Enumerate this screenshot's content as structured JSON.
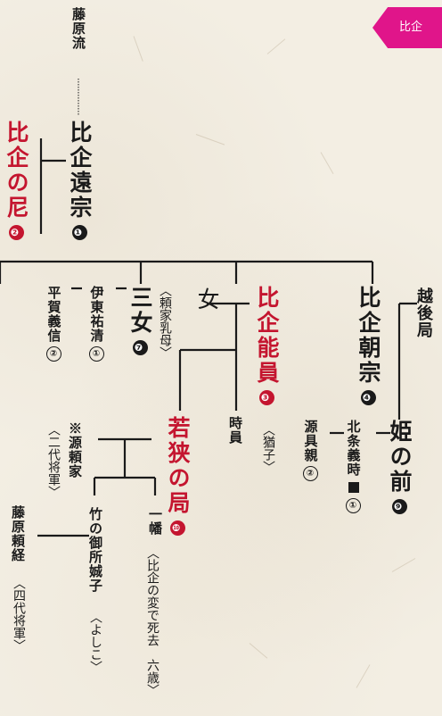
{
  "tag_label": "比企",
  "lineage": "藤原流",
  "people": {
    "tomomune_father": {
      "name": "比企遠宗",
      "num": "❶"
    },
    "hikinoama": {
      "name": "比企の尼",
      "num": "❷"
    },
    "tomomune": {
      "name": "比企朝宗",
      "num": "❹"
    },
    "yoshikazu": {
      "name": "比企能員",
      "num": "❸",
      "note": "〈猶子〉"
    },
    "echigonotsubone": {
      "name": "越後局"
    },
    "himenomae": {
      "name": "姫の前",
      "num": "❾"
    },
    "hojo_yoshitoki": {
      "name": "北条義時",
      "mark": "■",
      "circled": "①"
    },
    "minamoto_tomochika": {
      "name": "源具親",
      "circled": "②"
    },
    "wakasanotsubone": {
      "name": "若狭の局",
      "num": "❿"
    },
    "tokikazu": {
      "name": "時員"
    },
    "onna": {
      "name": "女"
    },
    "sanjo": {
      "name": "三女",
      "num": "❼",
      "note": "〈頼家乳母〉"
    },
    "ito_sukekiyo": {
      "name": "伊東祐清",
      "circled": "①"
    },
    "hiraga_yoshinobu": {
      "name": "平賀義信",
      "circled": "②"
    },
    "yoriie": {
      "prefix": "※",
      "name": "源頼家",
      "note": "〈二代将軍〉"
    },
    "ichiman": {
      "name": "一幡",
      "note": "〈比企の変で死去　六歳〉"
    },
    "takenogosho": {
      "name": "竹の御所娍子",
      "note": "〈よしこ〉"
    },
    "yoritsune": {
      "name": "藤原頼経",
      "note": "〈四代将軍〉"
    }
  }
}
